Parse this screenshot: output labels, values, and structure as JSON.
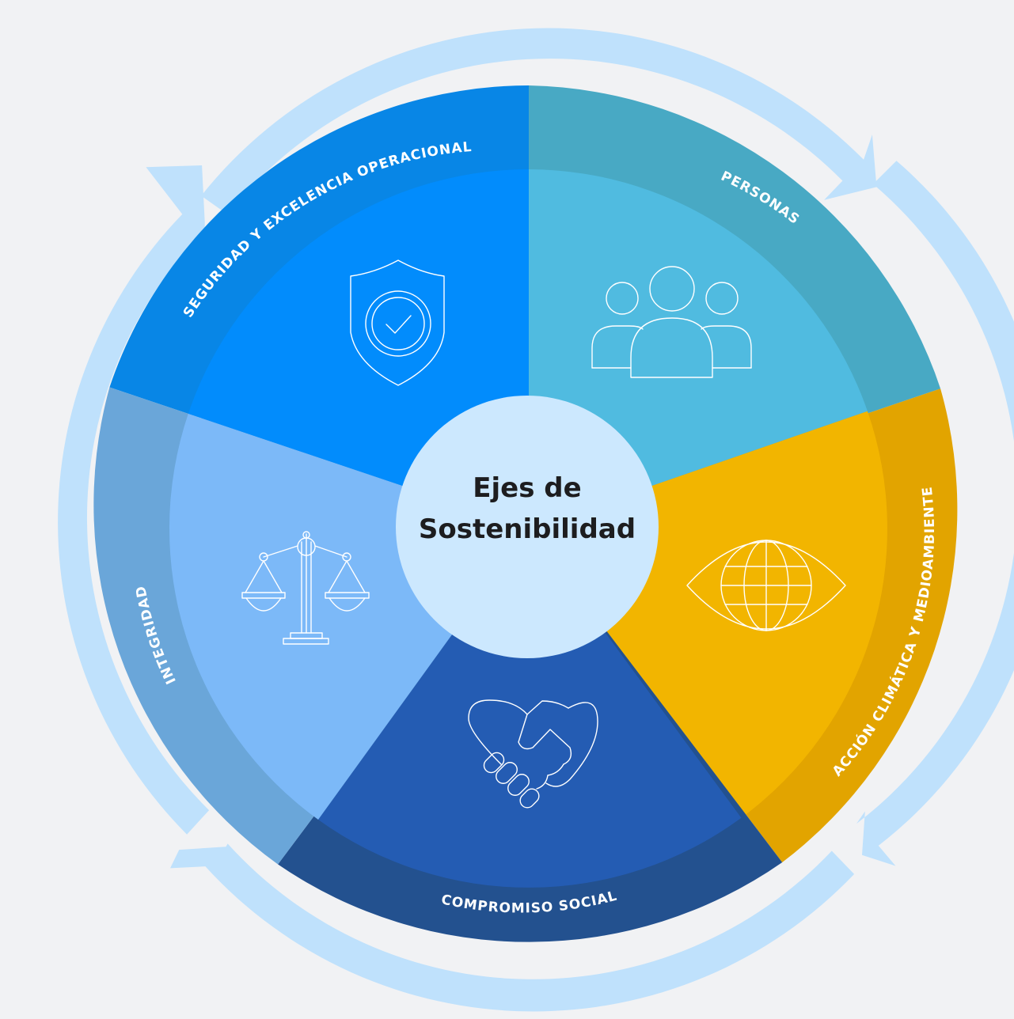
{
  "title_line1": "Ejes de",
  "title_line2": "Sostenibilidad",
  "segments": [
    {
      "label": "SEGURIDAD Y EXCELENCIA OPERACIONAL",
      "icon": "shield-check-icon",
      "outer_color": "#0886e6",
      "inner_color": "#028cfc"
    },
    {
      "label": "PERSONAS",
      "icon": "people-group-icon",
      "outer_color": "#48a9c4",
      "inner_color": "#50bbe0"
    },
    {
      "label": "ACCIÓN CLIMÁTICA Y MEDIOAMBIENTE",
      "icon": "globe-eye-icon",
      "outer_color": "#e2a400",
      "inner_color": "#f2b500"
    },
    {
      "label": "COMPROMISO SOCIAL",
      "icon": "handshake-heart-icon",
      "outer_color": "#23518f",
      "inner_color": "#245cb3"
    },
    {
      "label": "INTEGRIDAD",
      "icon": "scales-icon",
      "outer_color": "#6aa6d9",
      "inner_color": "#7cb9f8"
    }
  ],
  "colors": {
    "background": "#f1f2f4",
    "cycle_arrows": "#bfe1fc",
    "center_circle": "#cce8fe"
  }
}
